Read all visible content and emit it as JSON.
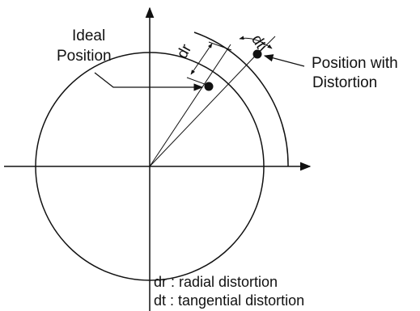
{
  "labels": {
    "ideal_line1": "Ideal",
    "ideal_line2": "Position",
    "distorted_line1": "Position with",
    "distorted_line2": "Distortion",
    "dr": "dr",
    "dt": "dt"
  },
  "legend": {
    "dr_line": "dr : radial distortion",
    "dt_line": "dt : tangential distortion"
  },
  "colors": {
    "ink": "#111111",
    "background": "#ffffff"
  }
}
